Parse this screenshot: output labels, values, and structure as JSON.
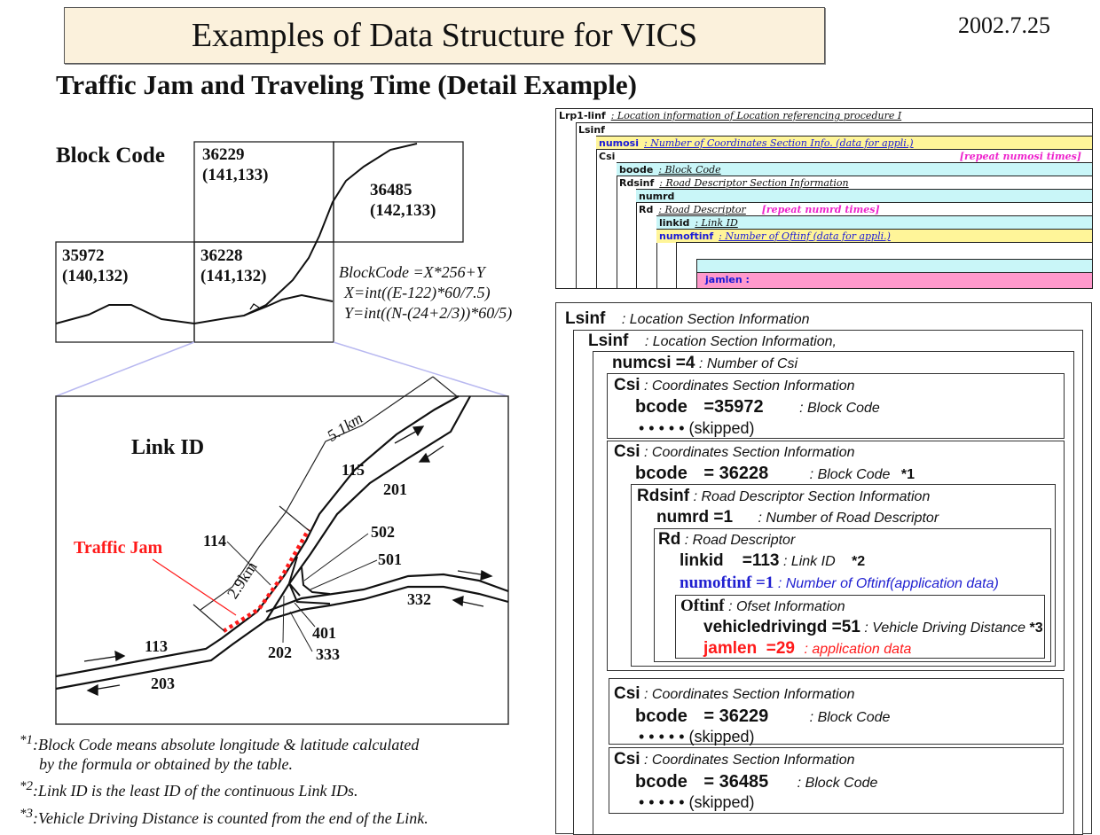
{
  "header": {
    "title": "Examples of Data Structure for VICS",
    "date": "2002.7.25",
    "subtitle": "Traffic Jam and Traveling Time (Detail Example)"
  },
  "block_code_diagram": {
    "heading": "Block Code",
    "blocks": [
      {
        "code": "36229",
        "coords": "(141,133)"
      },
      {
        "code": "36485",
        "coords": "(142,133)"
      },
      {
        "code": "35972",
        "coords": "(140,132)"
      },
      {
        "code": "36228",
        "coords": "(141,132)"
      }
    ],
    "formula": [
      "BlockCode =X*256+Y",
      "X=int((E-122)*60/7.5)",
      "Y=int((N-(24+2/3))*60/5)"
    ]
  },
  "link_id_diagram": {
    "heading": "Link ID",
    "traffic_jam_label": "Traffic Jam",
    "distances": [
      "5.1km",
      "2.9km"
    ],
    "link_labels": [
      "115",
      "201",
      "114",
      "502",
      "501",
      "332",
      "113",
      "202",
      "401",
      "333",
      "203"
    ]
  },
  "footnotes": [
    {
      "mark": "*1",
      "text": ":Block Code means absolute longitude & latitude calculated",
      "text2": "by the formula or obtained by the table."
    },
    {
      "mark": "*2",
      "text": ":Link ID is the least ID of the continuous Link IDs."
    },
    {
      "mark": "*3",
      "text": ":Vehicle Driving Distance is counted from the end of the Link."
    }
  ],
  "schema": {
    "rows": [
      {
        "key": "Lrp1-linf",
        "desc": ": Location information of Location referencing procedure I"
      },
      {
        "key": "Lsinf",
        "desc": ""
      },
      {
        "key": "numosi",
        "desc": ": Number of Coordinates Section Info. (data for appli.)"
      },
      {
        "key": "Csi",
        "desc": "",
        "repeat": "[repeat numosi times]"
      },
      {
        "key": "boode",
        "desc": ": Block Code"
      },
      {
        "key": "Rdsinf",
        "desc": ": Road Descriptor Section Information"
      },
      {
        "key": "numrd",
        "desc": ""
      },
      {
        "key": "Rd",
        "desc": ": Road Descriptor",
        "repeat": "[repeat numrd times]"
      },
      {
        "key": "linkid",
        "desc": ": Link ID"
      },
      {
        "key": "numoftinf",
        "desc": ": Number of Oftinf (data for appli.)"
      },
      {
        "key": "jamlen :",
        "desc": ""
      }
    ]
  },
  "structure": {
    "lsinf_outer": {
      "key": "Lsinf",
      "desc": ": Location Section Information"
    },
    "lsinf_inner": {
      "key": "Lsinf",
      "desc": ": Location Section Information,"
    },
    "numcsi": {
      "key": "numcsi =4",
      "desc": ": Number of Csi"
    },
    "csi_blocks": [
      {
        "key": "Csi",
        "desc": ": Coordinates Section Information",
        "bcode_key": "bcode",
        "bcode_val": "=35972",
        "bcode_desc": ": Block Code",
        "note": "",
        "skipped": "•   •   •   •   •  (skipped)"
      },
      {
        "key": "Csi",
        "desc": ": Coordinates Section Information",
        "bcode_key": "bcode",
        "bcode_val": "= 36228",
        "bcode_desc": ": Block Code",
        "note": "*1"
      },
      {
        "key": "Csi",
        "desc": ": Coordinates Section Information",
        "bcode_key": "bcode",
        "bcode_val": "= 36229",
        "bcode_desc": ": Block Code",
        "note": "",
        "skipped": "•   •   •   •   •  (skipped)"
      },
      {
        "key": "Csi",
        "desc": ": Coordinates Section Information",
        "bcode_key": "bcode",
        "bcode_val": "= 36485",
        "bcode_desc": ": Block Code",
        "note": "",
        "skipped": "•   •   •   •   •  (skipped)"
      }
    ],
    "rdsinf": {
      "key": "Rdsinf",
      "desc": ": Road Descriptor Section Information"
    },
    "numrd": {
      "key": "numrd  =1",
      "desc": ": Number of Road Descriptor"
    },
    "rd": {
      "key": "Rd",
      "desc": ": Road Descriptor"
    },
    "linkid": {
      "key": "linkid    =113",
      "desc": ": Link ID",
      "note": "*2"
    },
    "numoftinf": {
      "key": "numoftinf =1",
      "desc": ": Number of Oftinf(application data)"
    },
    "oftinf": {
      "key": "Oftinf",
      "desc": ": Ofset Information"
    },
    "vehicledrivingd": {
      "key": "vehicledrivingd =51",
      "desc": ": Vehicle Driving Distance",
      "note": "*3"
    },
    "jamlen": {
      "key": "jamlen  =29",
      "desc": ": application data"
    }
  },
  "colors": {
    "title_bg": "#fbf1dc",
    "highlight_yellow": "#fff599",
    "highlight_cyan": "#c9f6f8",
    "highlight_pink": "#ff99cc",
    "jam_red": "#ff1a1a",
    "app_blue": "#1f1fd0",
    "repeat_magenta": "#ee22cc"
  }
}
